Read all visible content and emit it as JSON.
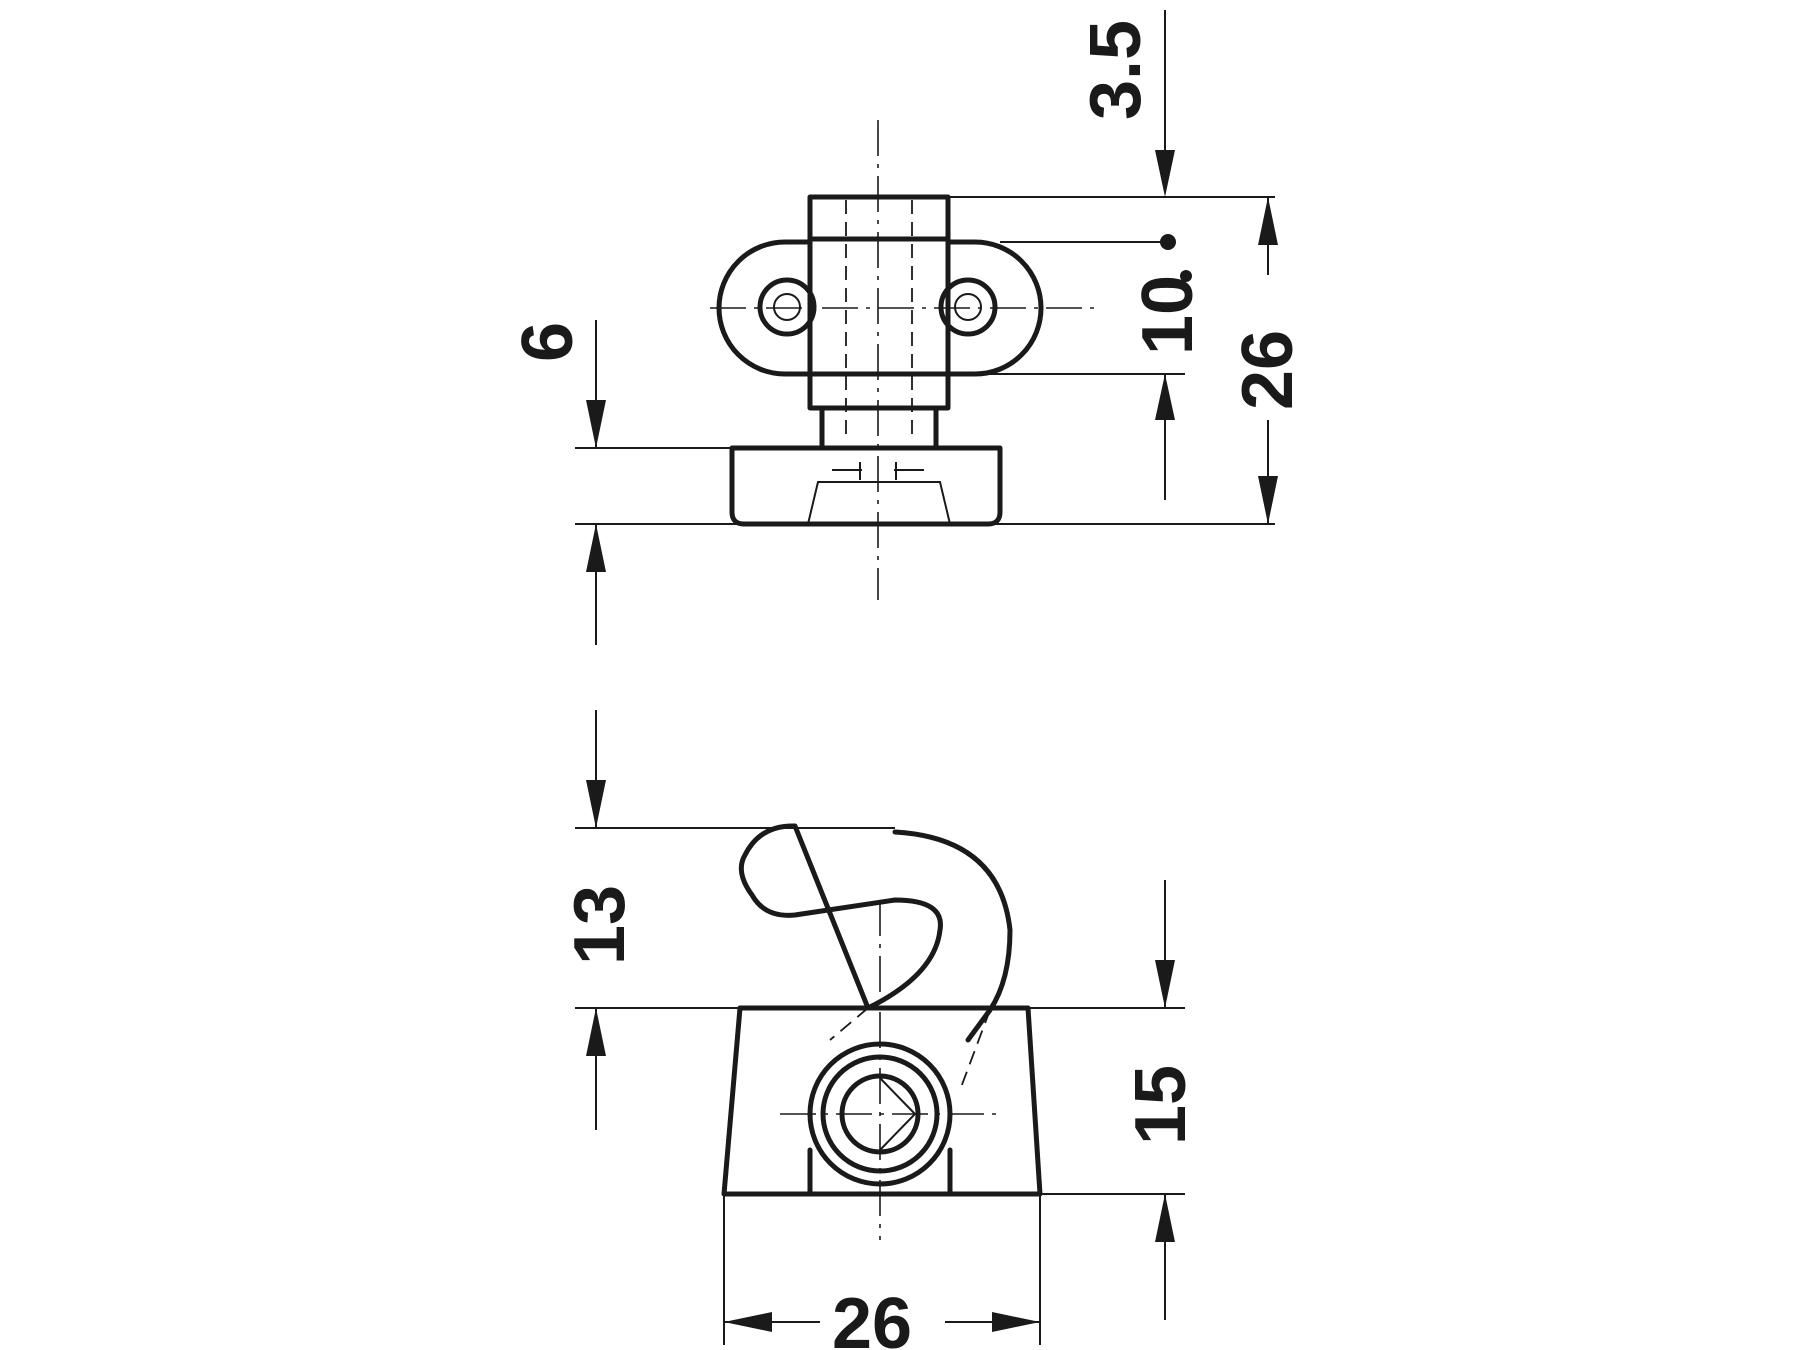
{
  "diagram": {
    "dimensions": {
      "top_offset": "3.5",
      "plate_thickness": "6",
      "hole_spacing": "10",
      "total_height_top": "26",
      "hook_height": "13",
      "base_height": "15",
      "base_width": "26"
    },
    "colors": {
      "stroke": "#1a1a1a",
      "background": "#ffffff"
    }
  }
}
